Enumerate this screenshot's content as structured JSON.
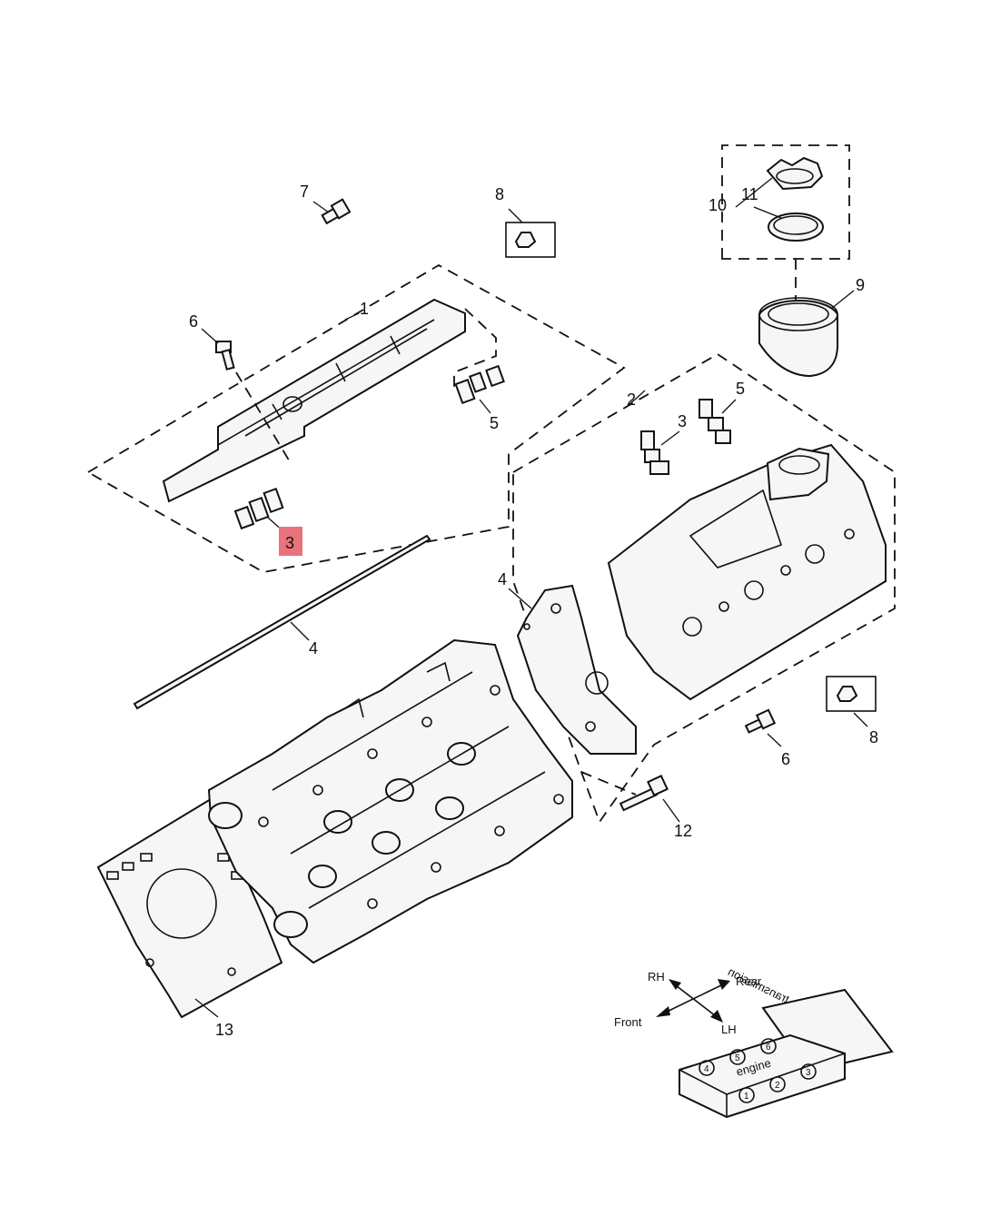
{
  "callouts": [
    {
      "id": "c1",
      "text": "1"
    },
    {
      "id": "c2",
      "text": "2"
    },
    {
      "id": "c3a",
      "text": "3",
      "highlight": true
    },
    {
      "id": "c3b",
      "text": "3"
    },
    {
      "id": "c4a",
      "text": "4"
    },
    {
      "id": "c4b",
      "text": "4"
    },
    {
      "id": "c5a",
      "text": "5"
    },
    {
      "id": "c5b",
      "text": "5"
    },
    {
      "id": "c6a",
      "text": "6"
    },
    {
      "id": "c6b",
      "text": "6"
    },
    {
      "id": "c7",
      "text": "7"
    },
    {
      "id": "c8a",
      "text": "8"
    },
    {
      "id": "c8b",
      "text": "8"
    },
    {
      "id": "c9",
      "text": "9"
    },
    {
      "id": "c10",
      "text": "10"
    },
    {
      "id": "c11",
      "text": "11"
    },
    {
      "id": "c12",
      "text": "12"
    },
    {
      "id": "c13",
      "text": "13"
    }
  ],
  "highlight_color": "#e8737a",
  "orientation": {
    "rh": "RH",
    "rear": "Rear",
    "front": "Front",
    "lh": "LH",
    "transmission": "transmission",
    "engine": "engine",
    "cylinders_top": [
      "4",
      "5",
      "6"
    ],
    "cylinders_bottom": [
      "1",
      "2",
      "3"
    ]
  }
}
